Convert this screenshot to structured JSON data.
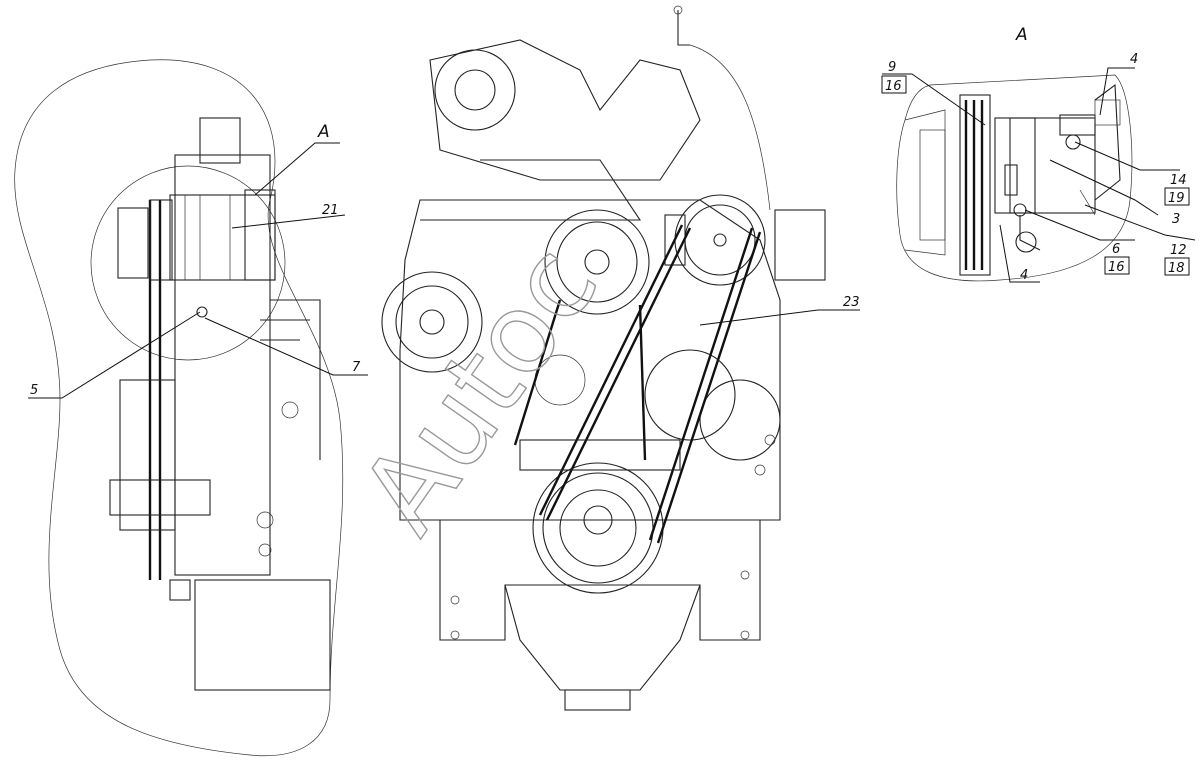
{
  "view_label": "A",
  "callouts": {
    "c21": "21",
    "c5": "5",
    "c7": "7",
    "c23": "23",
    "c9": "9",
    "c16a": "16",
    "c4a": "4",
    "c14": "14",
    "c19": "19",
    "c3": "3",
    "c6": "6",
    "c16b": "16",
    "c4b": "4",
    "c12": "12",
    "c18": "18"
  },
  "watermark": "Autoc"
}
